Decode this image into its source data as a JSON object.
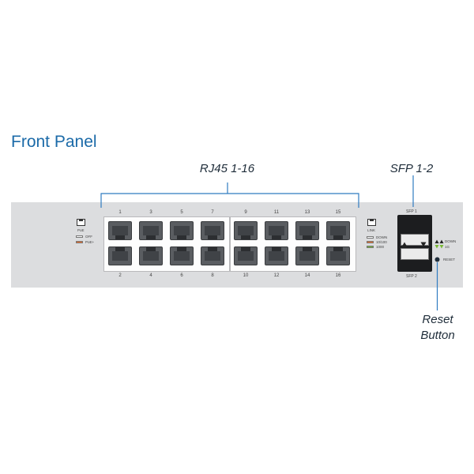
{
  "page_title": "Front Panel",
  "callouts": {
    "rj45": "RJ45 1-16",
    "sfp": "SFP 1-2",
    "reset_line1": "Reset",
    "reset_line2": "Button"
  },
  "poe_legend": {
    "label": "PoE",
    "items": [
      {
        "text": "OFF",
        "color": "#ffffff"
      },
      {
        "text": "PoE+",
        "color": "#f26a21"
      }
    ]
  },
  "link_legend": {
    "label": "LINK",
    "items": [
      {
        "text": "DOWN",
        "color": "#ffffff"
      },
      {
        "text": "10/100",
        "color": "#f26a21"
      },
      {
        "text": "1000",
        "color": "#78b833"
      }
    ]
  },
  "ports": {
    "top": [
      "1",
      "3",
      "5",
      "7",
      "9",
      "11",
      "13",
      "15"
    ],
    "bottom": [
      "2",
      "4",
      "6",
      "8",
      "10",
      "12",
      "14",
      "16"
    ]
  },
  "sfp": {
    "top_label": "SFP 1",
    "bottom_label": "SFP 2",
    "status_line1": "DOWN",
    "status_line2": "1G"
  },
  "reset_label": "RESET",
  "colors": {
    "title": "#1b6aa8",
    "panel": "#dcdddf",
    "bracket": "#2f7cc1",
    "orange": "#f26a21",
    "green": "#78b833"
  }
}
